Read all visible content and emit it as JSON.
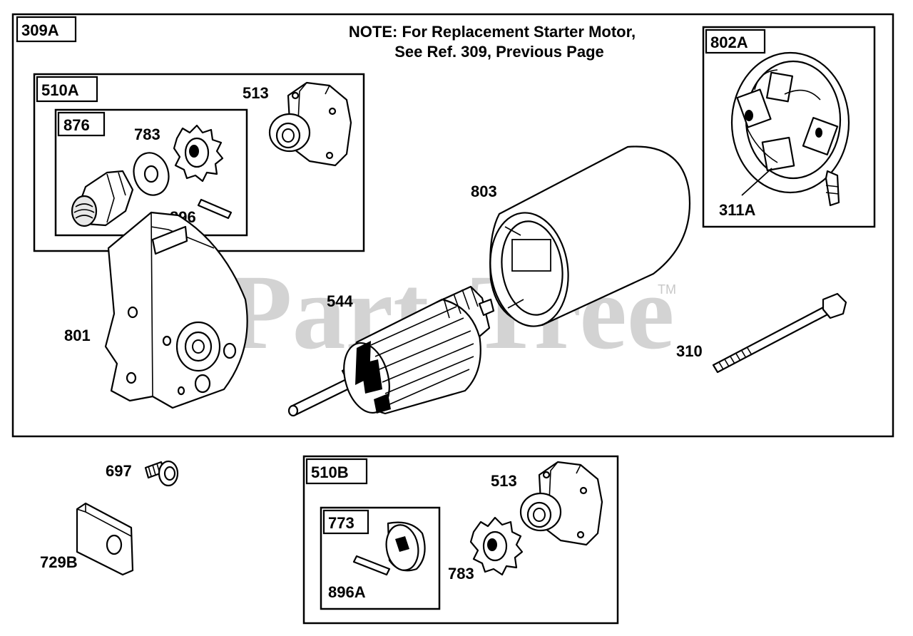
{
  "note": {
    "line1": "NOTE: For Replacement Starter Motor,",
    "line2": "See Ref. 309, Previous Page"
  },
  "watermark": {
    "text": "PartsTree",
    "trademark": "TM",
    "color": "#d3d3d3"
  },
  "groups": {
    "g309A": "309A",
    "g510A": "510A",
    "g876": "876",
    "g802A": "802A",
    "g510B": "510B",
    "g773": "773"
  },
  "callouts": {
    "c513a": "513",
    "c783a": "783",
    "c896": "896",
    "c803": "803",
    "c311A": "311A",
    "c544": "544",
    "c801": "801",
    "c310": "310",
    "c697": "697",
    "c729B": "729B",
    "c513b": "513",
    "c783b": "783",
    "c896A": "896A"
  }
}
